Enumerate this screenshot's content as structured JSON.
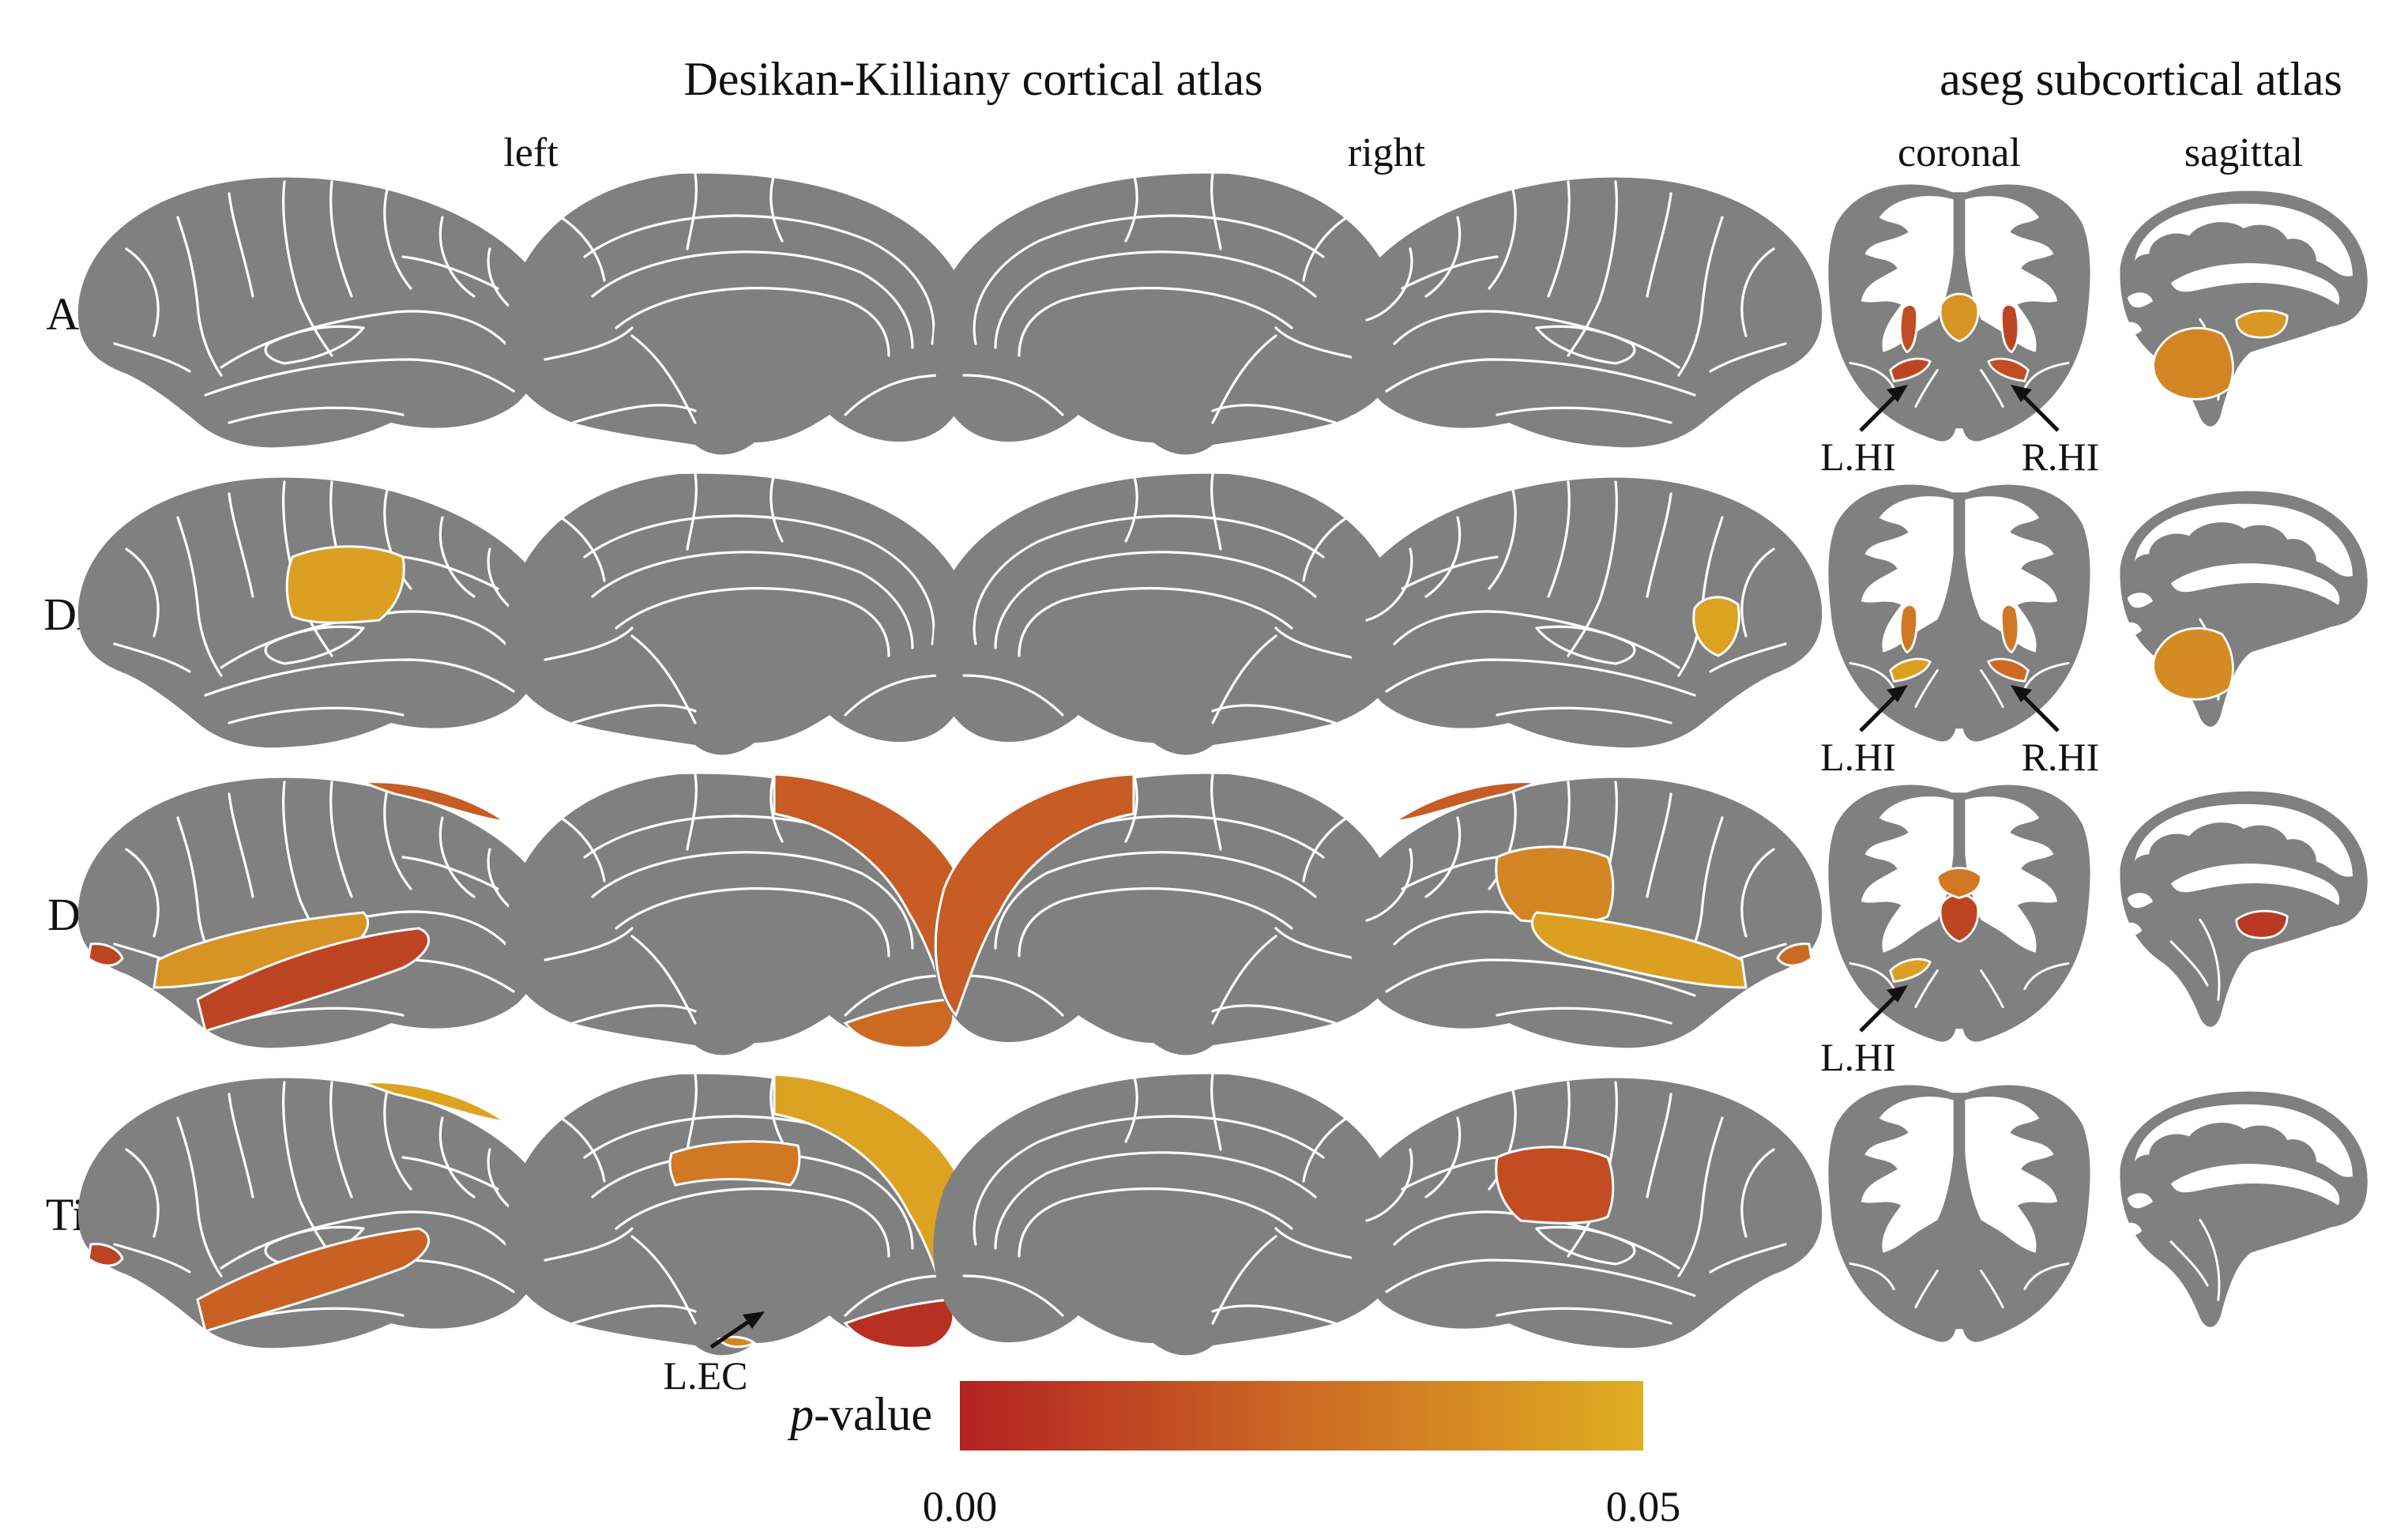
{
  "titles": {
    "cortical": "Desikan-Killiany cortical atlas",
    "subcortical": "aseg subcortical atlas"
  },
  "hemispheres": {
    "left": "left",
    "right": "right"
  },
  "views": {
    "coronal": "coronal",
    "sagittal": "sagittal"
  },
  "rows": [
    {
      "label": "ADE",
      "coronal_labels": [
        "L.HI",
        "R.HI"
      ],
      "highlights": {
        "left_lateral": [],
        "left_medial": [],
        "right_medial": [],
        "right_lateral": [],
        "coronal": [
          {
            "region": "thalamus",
            "p": 0.04
          },
          {
            "region": "left-putamen",
            "p": 0.015
          },
          {
            "region": "right-putamen",
            "p": 0.012
          },
          {
            "region": "left-hippocampus",
            "p": 0.012
          },
          {
            "region": "right-hippocampus",
            "p": 0.015
          }
        ],
        "sagittal": [
          {
            "region": "cerebellum",
            "p": 0.035
          },
          {
            "region": "thalamus",
            "p": 0.042
          }
        ]
      }
    },
    {
      "label": "DAD",
      "coronal_labels": [
        "L.HI",
        "R.HI"
      ],
      "highlights": {
        "left_lateral": [
          {
            "region": "supramarginal",
            "p": 0.045
          }
        ],
        "left_medial": [],
        "right_medial": [],
        "right_lateral": [
          {
            "region": "pars-opercularis",
            "p": 0.046
          }
        ],
        "coronal": [
          {
            "region": "left-putamen",
            "p": 0.03
          },
          {
            "region": "right-putamen",
            "p": 0.03
          },
          {
            "region": "left-hippocampus",
            "p": 0.045
          },
          {
            "region": "right-hippocampus",
            "p": 0.025
          }
        ],
        "sagittal": [
          {
            "region": "cerebellum",
            "p": 0.037
          }
        ]
      }
    },
    {
      "label": "DPD",
      "coronal_labels": [
        "L.HI"
      ],
      "highlights": {
        "left_lateral": [
          {
            "region": "superior-parietal",
            "p": 0.02
          },
          {
            "region": "lateral-orbitofrontal",
            "p": 0.012
          },
          {
            "region": "superior-temporal",
            "p": 0.04
          },
          {
            "region": "middle-temporal",
            "p": 0.012
          }
        ],
        "left_medial": [
          {
            "region": "superior-frontal",
            "p": 0.02
          },
          {
            "region": "medial-orbitofrontal",
            "p": 0.025
          }
        ],
        "right_medial": [
          {
            "region": "superior-frontal",
            "p": 0.02
          }
        ],
        "right_lateral": [
          {
            "region": "superior-parietal",
            "p": 0.02
          },
          {
            "region": "supramarginal",
            "p": 0.035
          },
          {
            "region": "superior-temporal",
            "p": 0.045
          },
          {
            "region": "lateral-orbitofrontal",
            "p": 0.025
          }
        ],
        "coronal": [
          {
            "region": "thalamus",
            "p": 0.012
          },
          {
            "region": "caudate",
            "p": 0.03
          },
          {
            "region": "left-hippocampus",
            "p": 0.045
          }
        ],
        "sagittal": [
          {
            "region": "thalamus",
            "p": 0.008
          }
        ]
      }
    },
    {
      "label": "Time",
      "coronal_labels": [],
      "highlights": {
        "left_lateral": [
          {
            "region": "superior-parietal",
            "p": 0.046
          },
          {
            "region": "lateral-orbitofrontal",
            "p": 0.012
          },
          {
            "region": "middle-temporal",
            "p": 0.022
          }
        ],
        "left_medial": [
          {
            "region": "superior-frontal",
            "p": 0.046
          },
          {
            "region": "posterior-cingulate",
            "p": 0.03
          },
          {
            "region": "medial-orbitofrontal",
            "p": 0.005
          },
          {
            "region": "entorhinal",
            "p": 0.035
          }
        ],
        "right_medial": [],
        "right_lateral": [
          {
            "region": "supramarginal",
            "p": 0.015
          }
        ],
        "coronal": [],
        "sagittal": []
      }
    }
  ],
  "annotation": "L.EC",
  "colorbar": {
    "title_italic": "p",
    "title_rest": "-value",
    "min_label": "0.00",
    "max_label": "0.05",
    "min": 0,
    "max": 0.05,
    "color_low": "#b22222",
    "color_mid": "#cc6a24",
    "color_high": "#dfae22"
  },
  "colors": {
    "brain": "#808080",
    "outline": "#ffffff"
  }
}
